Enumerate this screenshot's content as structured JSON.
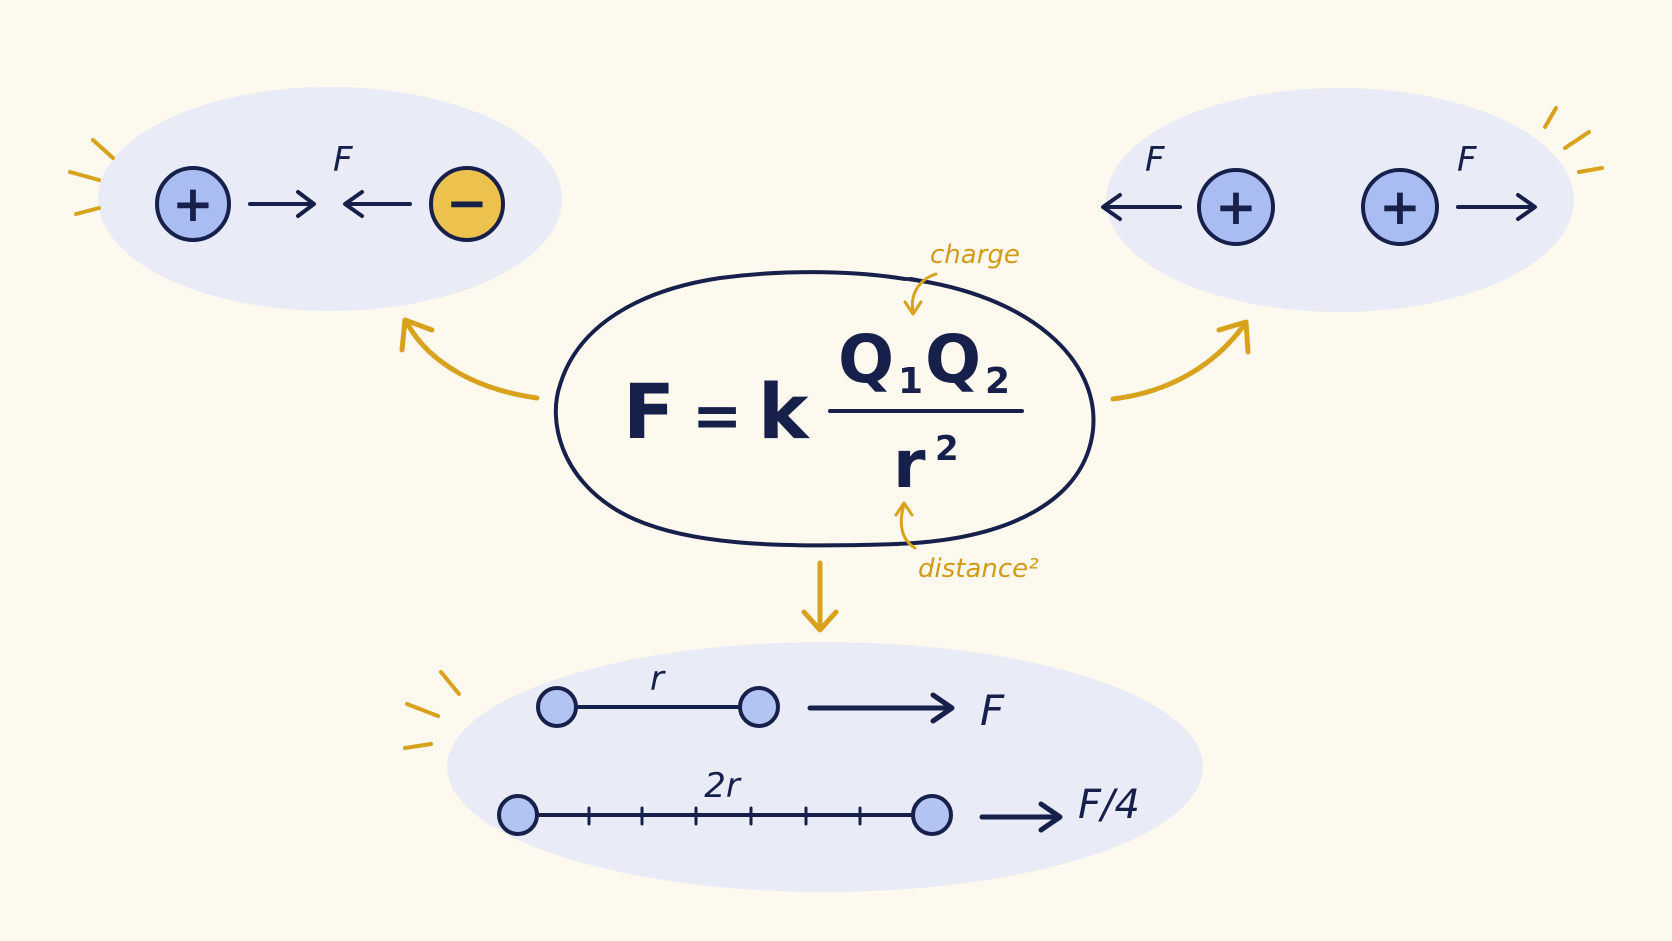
{
  "colors": {
    "background": "#fdf9ef",
    "ink": "#17204a",
    "accent_gold": "#d8a21c",
    "panel": "#e9ecf6",
    "positive_charge": "#a9bdf3",
    "negative_charge": "#ecc14e",
    "test_charge": "#b3c4f3"
  },
  "formula": {
    "lhs": "F",
    "equals": "=",
    "constant": "k",
    "numerator": {
      "q1": "Q",
      "q1_sub": "1",
      "q2": "Q",
      "q2_sub": "2"
    },
    "denominator": {
      "base": "r",
      "exponent": "2"
    }
  },
  "annotations": {
    "charge": "charge",
    "distance": "distance²"
  },
  "attraction_panel": {
    "force_label": "F",
    "left_charge_sign": "+",
    "right_charge_sign": "−"
  },
  "repulsion_panel": {
    "left_force_label": "F",
    "right_force_label": "F",
    "left_charge_sign": "+",
    "right_charge_sign": "+"
  },
  "distance_panel": {
    "row1": {
      "distance_label": "r",
      "force_label": "F"
    },
    "row2": {
      "distance_label": "2r",
      "force_label": "F/4"
    }
  }
}
